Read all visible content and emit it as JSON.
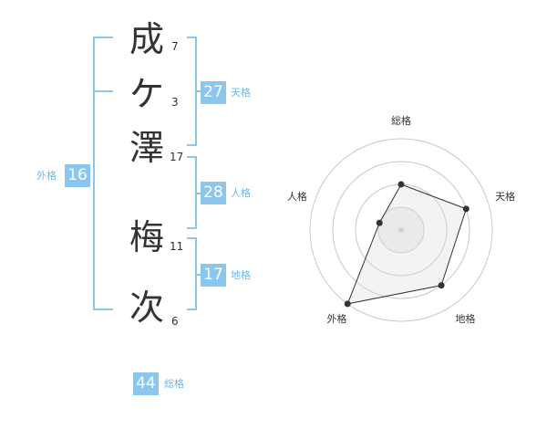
{
  "name": {
    "chars": [
      {
        "char": "成",
        "strokes": "7"
      },
      {
        "char": "ケ",
        "strokes": "3"
      },
      {
        "char": "澤",
        "strokes": "17"
      },
      {
        "char": "梅",
        "strokes": "11"
      },
      {
        "char": "次",
        "strokes": "6"
      }
    ]
  },
  "fortunes": {
    "tenkaku": {
      "value": "27",
      "label": "天格"
    },
    "jinkaku": {
      "value": "28",
      "label": "人格"
    },
    "chikaku": {
      "value": "17",
      "label": "地格"
    },
    "gaikaku": {
      "value": "16",
      "label": "外格"
    },
    "soukaku": {
      "value": "44",
      "label": "総格"
    }
  },
  "colors": {
    "accent": "#8ac6ee",
    "label": "#6fb7e8",
    "text": "#333333"
  },
  "chart_data": {
    "type": "radar",
    "axes": [
      "総格",
      "天格",
      "地格",
      "外格",
      "人格"
    ],
    "levels": 4,
    "max": 4,
    "values": [
      2,
      3,
      3,
      4,
      1
    ]
  }
}
